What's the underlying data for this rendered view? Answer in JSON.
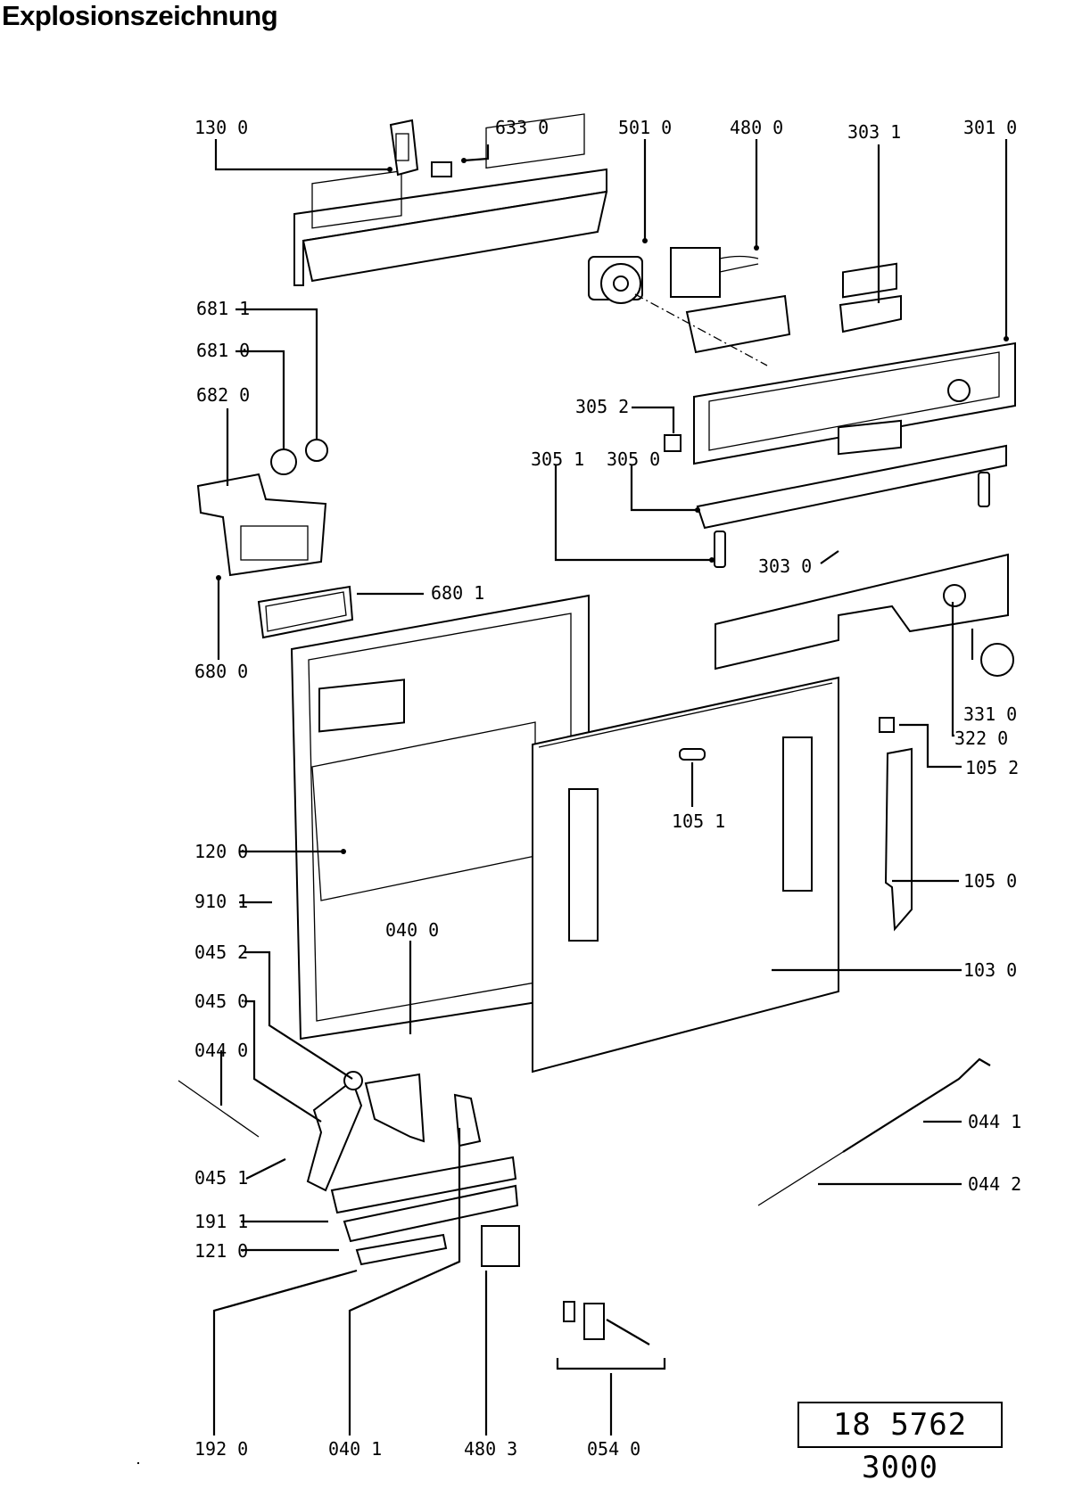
{
  "title": "Explosionszeichnung",
  "document_number": "18 5762 3000",
  "callouts": [
    {
      "id": "c1300",
      "label": "130 0"
    },
    {
      "id": "c6330",
      "label": "633 0"
    },
    {
      "id": "c5010",
      "label": "501 0"
    },
    {
      "id": "c4800",
      "label": "480 0"
    },
    {
      "id": "c3031",
      "label": "303 1"
    },
    {
      "id": "c3010",
      "label": "301 0"
    },
    {
      "id": "c6811",
      "label": "681 1"
    },
    {
      "id": "c6810",
      "label": "681 0"
    },
    {
      "id": "c6820",
      "label": "682 0"
    },
    {
      "id": "c3052",
      "label": "305 2"
    },
    {
      "id": "c3051",
      "label": "305 1"
    },
    {
      "id": "c3050",
      "label": "305 0"
    },
    {
      "id": "c3030",
      "label": "303 0"
    },
    {
      "id": "c6801",
      "label": "680 1"
    },
    {
      "id": "c6800",
      "label": "680 0"
    },
    {
      "id": "c3310",
      "label": "331 0"
    },
    {
      "id": "c3220",
      "label": "322 0"
    },
    {
      "id": "c1052",
      "label": "105 2"
    },
    {
      "id": "c1051",
      "label": "105 1"
    },
    {
      "id": "c1200",
      "label": "120 0"
    },
    {
      "id": "c1050",
      "label": "105 0"
    },
    {
      "id": "c9101",
      "label": "910 1"
    },
    {
      "id": "c0400",
      "label": "040 0"
    },
    {
      "id": "c0452",
      "label": "045 2"
    },
    {
      "id": "c1030",
      "label": "103 0"
    },
    {
      "id": "c0450",
      "label": "045 0"
    },
    {
      "id": "c0440",
      "label": "044 0"
    },
    {
      "id": "c0441",
      "label": "044 1"
    },
    {
      "id": "c0451",
      "label": "045 1"
    },
    {
      "id": "c0442",
      "label": "044 2"
    },
    {
      "id": "c1911",
      "label": "191 1"
    },
    {
      "id": "c1210",
      "label": "121 0"
    },
    {
      "id": "c1920",
      "label": "192 0"
    },
    {
      "id": "c0401",
      "label": "040 1"
    },
    {
      "id": "c4803",
      "label": "480 3"
    },
    {
      "id": "c0540",
      "label": "054 0"
    }
  ]
}
